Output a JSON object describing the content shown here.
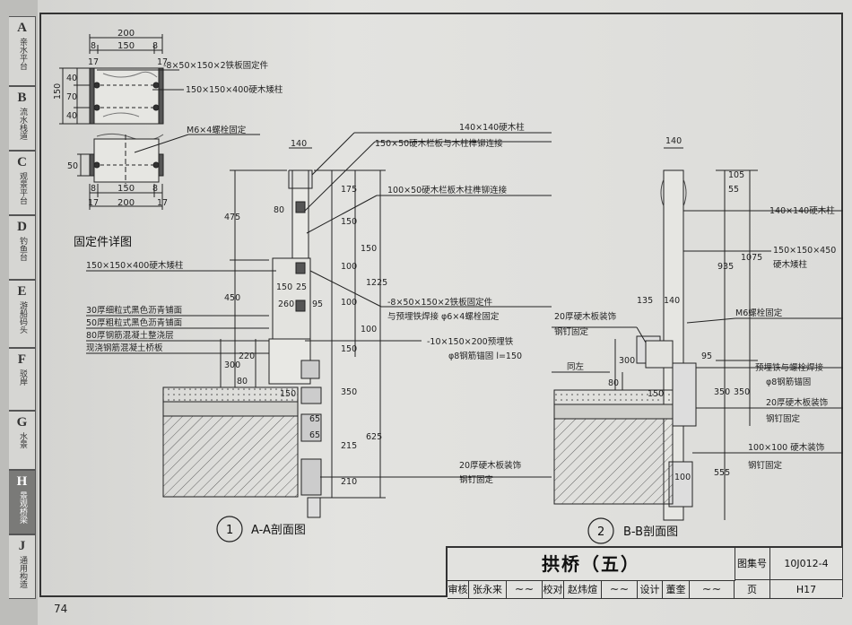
{
  "sidebar": {
    "tabs": [
      {
        "letter": "A",
        "label": "亲水平台"
      },
      {
        "letter": "B",
        "label": "流水栈道"
      },
      {
        "letter": "C",
        "label": "观景平台"
      },
      {
        "letter": "D",
        "label": "钓鱼台"
      },
      {
        "letter": "E",
        "label": "游船码头"
      },
      {
        "letter": "F",
        "label": "驳岸"
      },
      {
        "letter": "G",
        "label": "水景"
      },
      {
        "letter": "H",
        "label": "景观桥梁"
      },
      {
        "letter": "J",
        "label": "通用构造"
      }
    ],
    "active": "H"
  },
  "page_number": "74",
  "detail": {
    "title": "固定件详图",
    "dims": [
      "200",
      "8",
      "150",
      "8",
      "17",
      "17",
      "40",
      "70",
      "40",
      "150",
      "50",
      "8",
      "150",
      "8",
      "17",
      "200",
      "17"
    ],
    "labels": [
      "-8×50×150×2铁板固定件",
      "150×150×400硬木矮柱",
      "M6×4螺栓固定"
    ]
  },
  "section_a": {
    "circle": "1",
    "title": "A-A剖面图",
    "dims": [
      "140",
      "80",
      "175",
      "150",
      "150",
      "100",
      "100",
      "1225",
      "100",
      "150",
      "350",
      "215",
      "210",
      "625",
      "475",
      "450",
      "300",
      "220",
      "80",
      "150",
      "150",
      "25",
      "260",
      "95",
      "65",
      "65"
    ],
    "left_labels": [
      "150×150×400硬木矮柱",
      "30厚细粒式黑色沥青铺面",
      "50厚粗粒式黑色沥青铺面",
      "80厚钢筋混凝土整浇层",
      "现浇钢筋混凝土桥板"
    ],
    "right_labels": [
      "140×140硬木柱",
      "150×50硬木栏板与木柱榫铆连接",
      "100×50硬木栏板木柱榫铆连接",
      "-8×50×150×2铁板固定件",
      "与预埋铁焊接 φ6×4螺栓固定",
      "-10×150×200预埋铁",
      "φ8钢筋锚固 l=150",
      "20厚硬木板装饰",
      "钢钉固定"
    ]
  },
  "section_b": {
    "circle": "2",
    "title": "B-B剖面图",
    "dims": [
      "140",
      "105",
      "55",
      "935",
      "1075",
      "135",
      "140",
      "95",
      "300",
      "80",
      "150",
      "350",
      "350",
      "555",
      "100"
    ],
    "left_labels": [
      "20厚硬木板装饰",
      "钢钉固定",
      "同左"
    ],
    "right_labels": [
      "140×140硬木柱",
      "150×150×450",
      "硬木矮柱",
      "M6螺栓固定",
      "预埋铁与螺栓焊接",
      "φ8钢筋锚固",
      "20厚硬木板装饰",
      "钢钉固定",
      "100×100 硬木装饰",
      "钢钉固定"
    ]
  },
  "title_block": {
    "title": "拱桥（五）",
    "atlas_label": "图集号",
    "atlas_no": "10J012-4",
    "review_label": "审核",
    "reviewer": "张永来",
    "check_label": "校对",
    "checker": "赵炜煊",
    "design_label": "设计",
    "designer": "董奎",
    "page_label": "页",
    "page_code": "H17"
  }
}
